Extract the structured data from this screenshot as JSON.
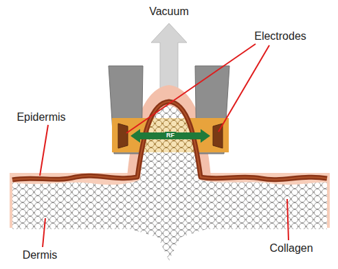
{
  "diagram": {
    "labels": [
      "Vacuum",
      "Electrodes",
      "Epidermis",
      "Dermis",
      "Collagen",
      "RF"
    ]
  }
}
